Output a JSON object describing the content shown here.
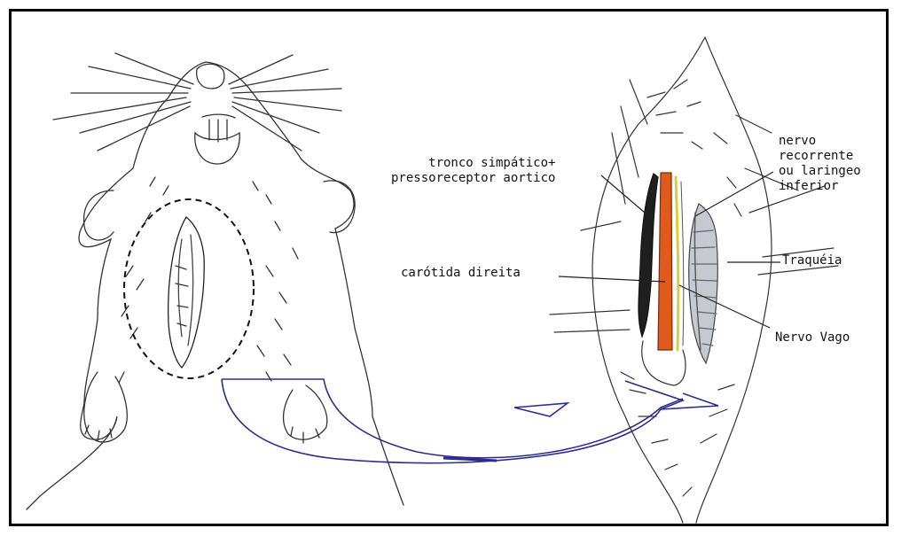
{
  "labels": {
    "sympathetic": "tronco simpático+\npressoreceptor aortico",
    "carotid": "carótida direita",
    "recurrent": "nervo\nrecorrente\nou laringeo\ninferior",
    "trachea": "Traquéia",
    "vagus": "Nervo Vago"
  },
  "colors": {
    "carotid": "#e05a1c",
    "nerve": "#d8cf3a",
    "sympathetic": "#1f1f1f",
    "trachea": "#c7c9d2",
    "arrow": "#2d2d8c"
  },
  "icons": [
    "rat-ventral-view-drawing",
    "neck-dissection-drawing"
  ]
}
